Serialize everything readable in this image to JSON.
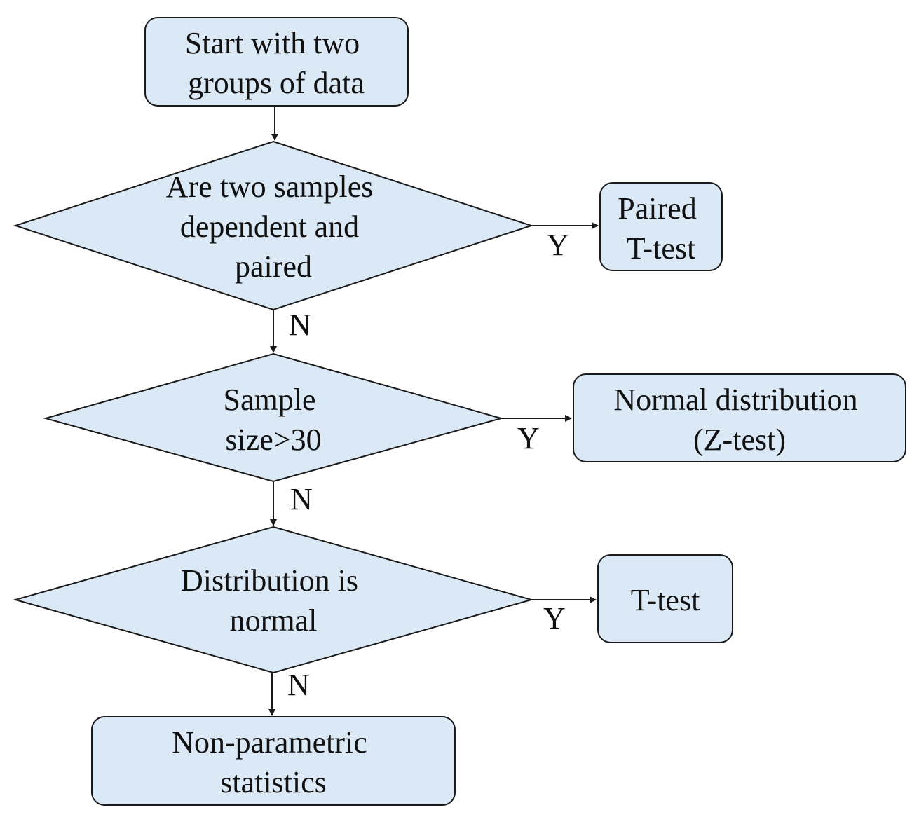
{
  "colors": {
    "node_fill": "#dbe9f6",
    "stroke": "#1a1a1a",
    "text": "#111111"
  },
  "nodes": {
    "start": {
      "lines": [
        "Start with two",
        "groups of data"
      ]
    },
    "q_paired": {
      "lines": [
        "Are two samples",
        "dependent and",
        "paired"
      ]
    },
    "paired_ttest": {
      "lines": [
        "Paired",
        "T-test"
      ]
    },
    "q_size": {
      "lines": [
        "Sample",
        "size>30"
      ]
    },
    "z_test": {
      "lines": [
        "Normal distribution",
        "(Z-test)"
      ]
    },
    "q_normal": {
      "lines": [
        "Distribution is",
        "normal"
      ]
    },
    "ttest": {
      "lines": [
        "T-test"
      ]
    },
    "nonparam": {
      "lines": [
        "Non-parametric",
        "statistics"
      ]
    }
  },
  "edges": {
    "paired_yes": "Y",
    "paired_no": "N",
    "size_yes": "Y",
    "size_no": "N",
    "normal_yes": "Y",
    "normal_no": "N"
  }
}
